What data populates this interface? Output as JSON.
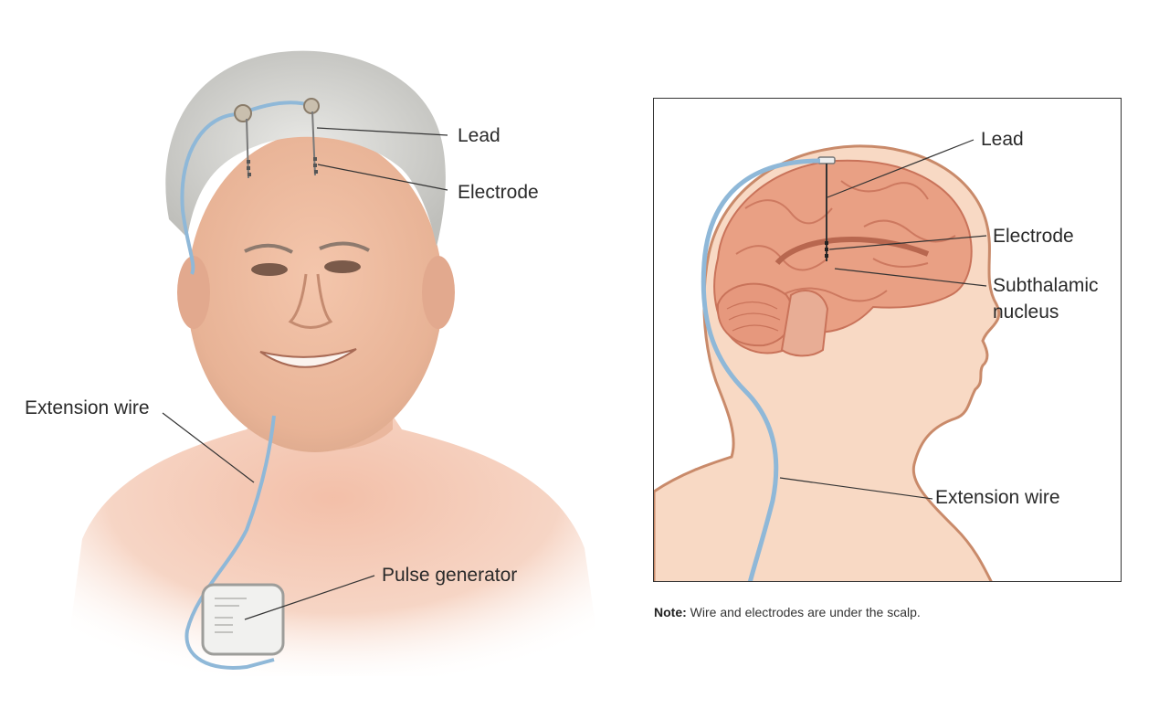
{
  "labels": {
    "left_lead": "Lead",
    "left_electrode": "Electrode",
    "left_extension_wire": "Extension wire",
    "left_pulse_generator": "Pulse generator",
    "right_lead": "Lead",
    "right_electrode": "Electrode",
    "right_subthalamic_line1": "Subthalamic",
    "right_subthalamic_line2": "nucleus",
    "right_extension_wire": "Extension wire"
  },
  "note": {
    "prefix": "Note:",
    "text": " Wire and electrodes are under the scalp."
  },
  "colors": {
    "skin": "#f3c7ac",
    "skin_light": "#fbe3d3",
    "brain": "#e9a084",
    "brain_dark": "#c9735a",
    "outline": "#c98a6a",
    "wire": "#8fb8d8",
    "hair": "#d8d8d4"
  }
}
